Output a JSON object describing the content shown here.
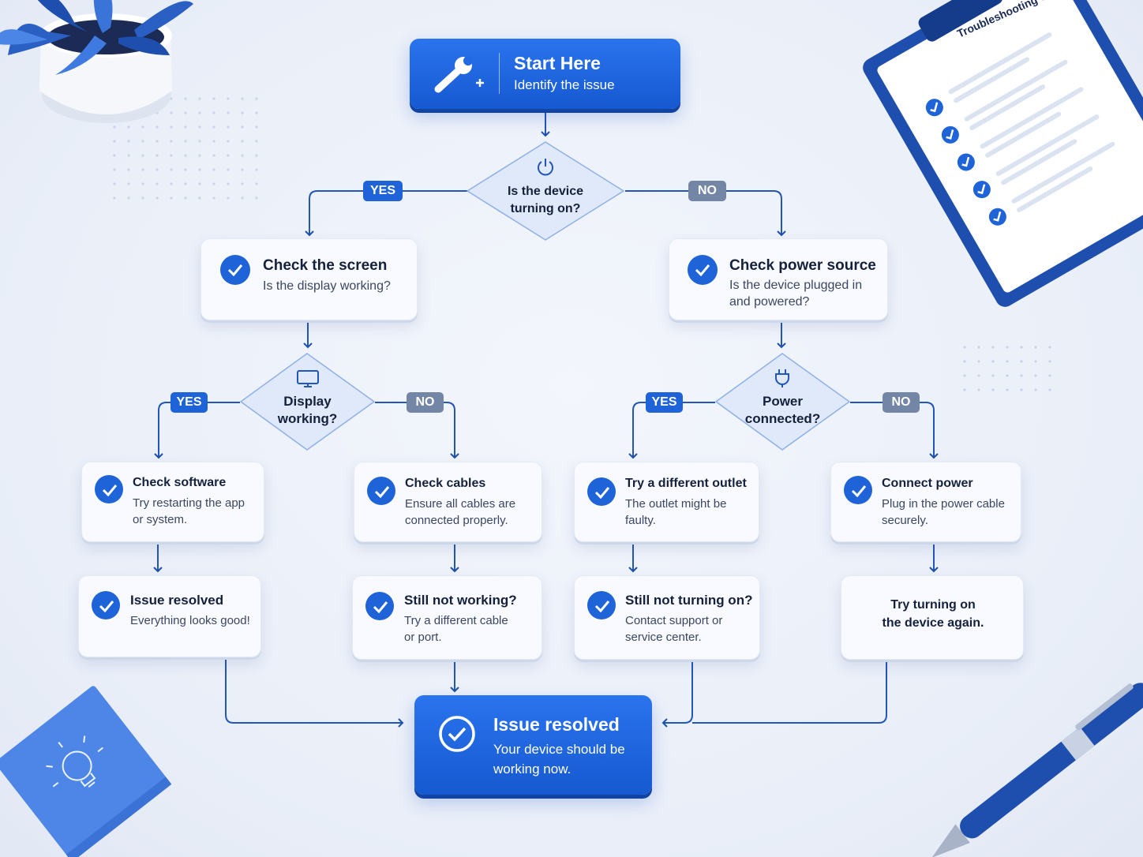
{
  "start": {
    "title": "Start Here",
    "subtitle": "Identify the issue",
    "icon": "wrench-icon"
  },
  "q1": {
    "line1": "Is the device",
    "line2": "turning on?",
    "icon": "power-icon"
  },
  "branch_labels": {
    "yes": "YES",
    "no": "NO"
  },
  "check_screen": {
    "title": "Check the screen",
    "line1": "Is the display working?"
  },
  "check_power": {
    "title": "Check power source",
    "line1": "Is the device plugged in",
    "line2": "and powered?"
  },
  "q2": {
    "line1": "Display",
    "line2": "working?",
    "icon": "monitor-icon"
  },
  "q3": {
    "line1": "Power",
    "line2": "connected?",
    "icon": "plug-icon"
  },
  "check_software": {
    "title": "Check software",
    "line1": "Try restarting the app",
    "line2": "or system."
  },
  "check_cables": {
    "title": "Check cables",
    "line1": "Ensure all cables are",
    "line2": "connected properly."
  },
  "try_outlet": {
    "title": "Try a different outlet",
    "line1": "The outlet might be",
    "line2": "faulty."
  },
  "connect_power": {
    "title": "Connect power",
    "line1": "Plug in the power cable",
    "line2": "securely."
  },
  "issue_resolved_small": {
    "title": "Issue resolved",
    "line1": "Everything looks good!"
  },
  "still_not_working": {
    "title": "Still not working?",
    "line1": "Try a different cable",
    "line2": "or port."
  },
  "still_not_turning": {
    "title": "Still not turning on?",
    "line1": "Contact support or",
    "line2": "service center."
  },
  "try_turning_on": {
    "line1": "Try turning on",
    "line2": "the device again."
  },
  "final": {
    "title": "Issue resolved",
    "line1": "Your device should be",
    "line2": "working now."
  },
  "clipboard": {
    "title": "Troubleshooting Guide"
  },
  "colors": {
    "primary": "#1f63d8",
    "no_badge": "#7486a6",
    "background": "#eaeff8"
  }
}
